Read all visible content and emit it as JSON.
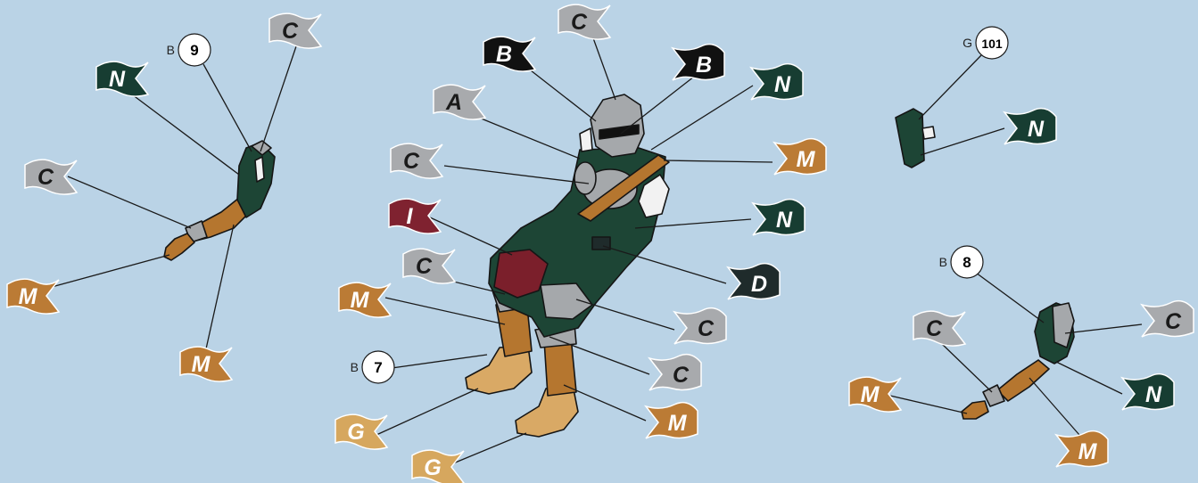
{
  "colors": {
    "background": "#bad3e6",
    "A": "#a8aaad",
    "B": "#111111",
    "C": "#a8aaad",
    "D": "#1f2b2b",
    "G": "#d6a75e",
    "I": "#7f2230",
    "M": "#bb7b35",
    "N": "#173d32",
    "suit_green": "#1d4535",
    "armor_gray": "#a5a8ab",
    "leather_brown": "#b5762f",
    "boot_tan": "#d9a965",
    "maroon_pad": "#7b1f2b"
  },
  "flags": [
    {
      "id": "arm-left-c-top",
      "letter": "C"
    },
    {
      "id": "arm-left-n",
      "letter": "N"
    },
    {
      "id": "arm-left-c-mid",
      "letter": "C"
    },
    {
      "id": "arm-left-m-hand",
      "letter": "M"
    },
    {
      "id": "arm-left-m-bottom",
      "letter": "M"
    },
    {
      "id": "body-c-helmet",
      "letter": "C"
    },
    {
      "id": "body-b-left",
      "letter": "B"
    },
    {
      "id": "body-b-right",
      "letter": "B"
    },
    {
      "id": "body-a",
      "letter": "A"
    },
    {
      "id": "body-n-top",
      "letter": "N"
    },
    {
      "id": "body-c-chest",
      "letter": "C"
    },
    {
      "id": "body-m-strap",
      "letter": "M"
    },
    {
      "id": "body-i",
      "letter": "I"
    },
    {
      "id": "body-n-mid",
      "letter": "N"
    },
    {
      "id": "body-c-thigh",
      "letter": "C"
    },
    {
      "id": "body-d",
      "letter": "D"
    },
    {
      "id": "body-m-shin",
      "letter": "M"
    },
    {
      "id": "body-c-knee-right",
      "letter": "C"
    },
    {
      "id": "body-c-knee-low",
      "letter": "C"
    },
    {
      "id": "body-g-left",
      "letter": "G"
    },
    {
      "id": "body-m-right-shin",
      "letter": "M"
    },
    {
      "id": "body-g-bottom",
      "letter": "G"
    },
    {
      "id": "blaster-n",
      "letter": "N"
    },
    {
      "id": "arm-right-c-left",
      "letter": "C"
    },
    {
      "id": "arm-right-c-right",
      "letter": "C"
    },
    {
      "id": "arm-right-m-hand",
      "letter": "M"
    },
    {
      "id": "arm-right-n",
      "letter": "N"
    },
    {
      "id": "arm-right-m-bottom",
      "letter": "M"
    }
  ],
  "callouts": [
    {
      "id": "arm-left-part",
      "prefix": "B",
      "number": "9"
    },
    {
      "id": "blaster-part",
      "prefix": "G",
      "number": "101"
    },
    {
      "id": "body-foot-part",
      "prefix": "B",
      "number": "7"
    },
    {
      "id": "arm-right-part",
      "prefix": "B",
      "number": "8"
    }
  ]
}
